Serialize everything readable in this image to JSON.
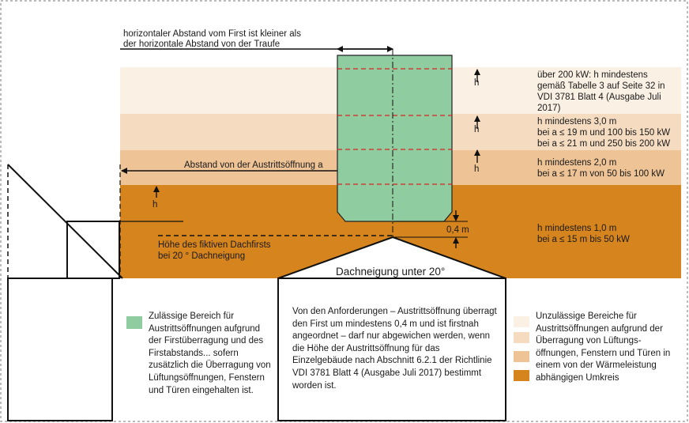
{
  "top_label": {
    "line1": "horizontaler Abstand vom First ist kleiner als",
    "line2": "der horizontale Abstand von der Traufe"
  },
  "distance_label": "Abstand von der Austrittsöffnung a",
  "h_symbol": "h",
  "offset_label": "0,4 m",
  "ridge_label": {
    "line1": "Höhe des fiktiven Dachfirsts",
    "line2": "bei 20 ° Dachneigung"
  },
  "roof_pitch_label": "Dachneigung unter 20°",
  "zones": [
    {
      "name": "zone-over-200kw",
      "color": "#fbf0e4",
      "lines": [
        "über 200 kW: h mindestens",
        "gemäß Tabelle 3 auf Seite 32 in",
        "VDI 3781 Blatt 4 (Ausgabe Juli",
        "2017)"
      ]
    },
    {
      "name": "zone-3m",
      "color": "#f5dcc1",
      "lines": [
        "h mindestens 3,0 m",
        "bei a ≤ 19 m und 100 bis 150 kW",
        "bei a ≤ 21 m und 250 bis 200 kW"
      ]
    },
    {
      "name": "zone-2m",
      "color": "#eec396",
      "lines": [
        "h mindestens 2,0 m",
        "bei a ≤ 17 m von 50 bis 100 kW"
      ]
    },
    {
      "name": "zone-1m",
      "color": "#d6841d",
      "lines": [
        "h mindestens 1,0 m",
        "bei a ≤ 15 m bis 50 kW"
      ]
    }
  ],
  "permissible_color": "#8fcca0",
  "legend_left": "Zulässige Bereich für Austrittsöffnungen aufgrund der Firstüberragung und des Firstabstands... sofern zusätzlich die Überragung von Lüftungsöffnungen, Fenstern und Türen eingehalten ist.",
  "middle_text": "Von den Anforderungen – Austrittsöffnung überragt den First um mindestens 0,4 m und ist firstnah angeordnet – darf nur abgewichen werden, wenn die Höhe der Austrittsöffnung für das Einzelgebäude nach Abschnitt 6.2.1 der Richtlinie VDI 3781 Blatt 4 (Ausgabe Juli 2017) bestimmt worden ist.",
  "legend_right": "Unzulässige Bereiche für Austrittsöffnungen aufgrund der Überragung von Lüftungs-öffnungen, Fenstern und Türen in einem von der Wärmeleistung abhängigen Umkreis"
}
